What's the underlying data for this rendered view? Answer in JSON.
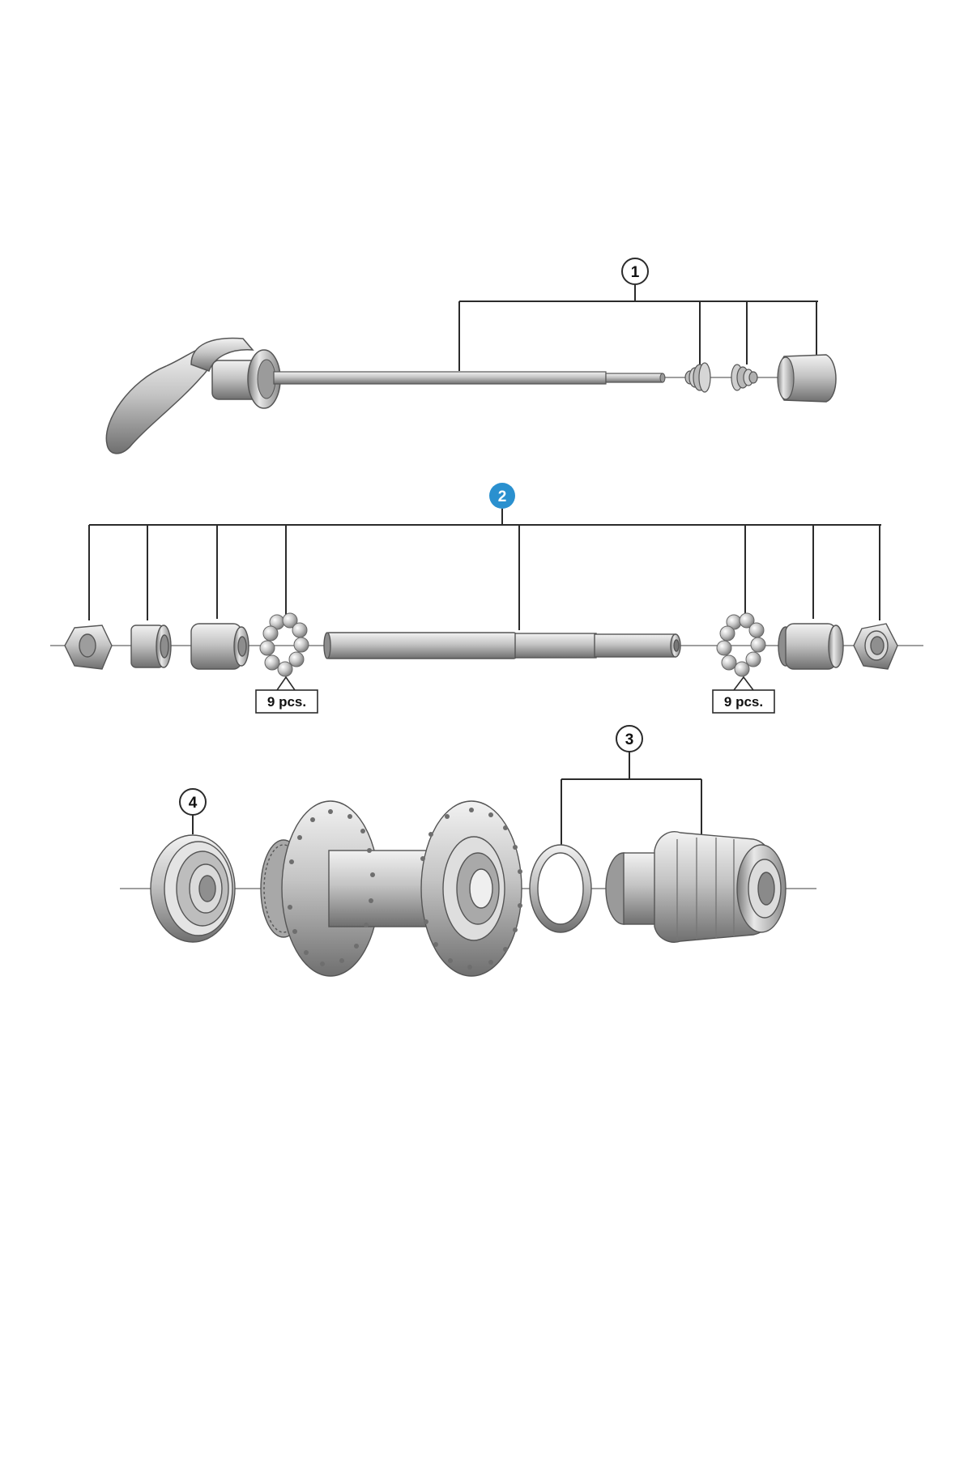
{
  "callouts": {
    "c1": "1",
    "c2": "2",
    "c3": "3",
    "c4": "4"
  },
  "quantity_labels": {
    "left": "9 pcs.",
    "right": "9 pcs."
  },
  "colors": {
    "line": "#2b2b2b",
    "metal_light": "#e3e3e3",
    "metal_mid": "#b5b5b5",
    "metal_dark": "#7a7a7a",
    "highlight_callout": "#2a90cf"
  }
}
